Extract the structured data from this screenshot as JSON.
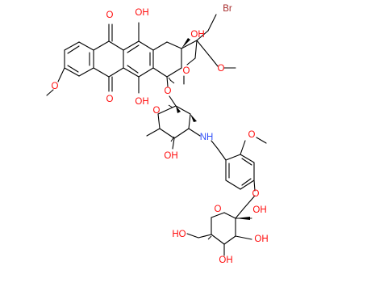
{
  "colors": {
    "bond": "#000000",
    "oxygen": "#ff0d0d",
    "nitrogen": "#3050f8",
    "bromine": "#a62929",
    "background": "#ffffff"
  },
  "labels": {
    "o_quinone_top": "O",
    "oh_top": "OH",
    "oh_c9": "OH",
    "br": "Br",
    "o_quinone_bottom": "O",
    "oh_middle": "OH",
    "ome_aromatic": "O",
    "o_ketal_1": "O",
    "o_ketal_2": "O",
    "o_glycosidic": "O",
    "o_sugar_ring": "O",
    "oh_sugar": "OH",
    "nh": "NH",
    "o_benzyl_methoxy": "O",
    "o_benzyl_glycoside": "O",
    "o_glucose_ring": "O",
    "oh_glucose_1": "OH",
    "oh_glucose_2": "OH",
    "oh_glucose_3": "OH",
    "oh_glucose_4": "HO"
  }
}
